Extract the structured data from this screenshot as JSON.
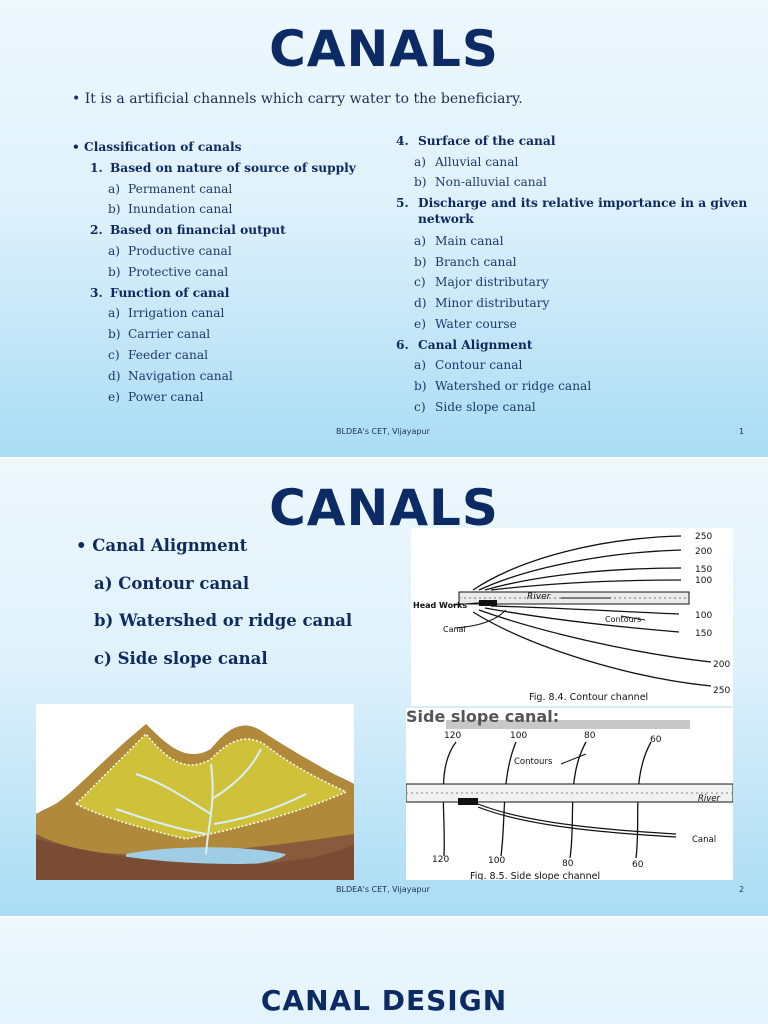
{
  "slide1": {
    "title": "CANALS",
    "intro": "• It is a artificial channels which carry water to the beneficiary.",
    "left_col": [
      {
        "marker": "•",
        "text": "Classification of canals",
        "heading": true,
        "indent": 0
      },
      {
        "marker": "1.",
        "text": "Based on nature of source of supply",
        "heading": true,
        "indent": 1
      },
      {
        "marker": "a)",
        "text": "Permanent canal",
        "heading": false,
        "indent": 2
      },
      {
        "marker": "b)",
        "text": "Inundation canal",
        "heading": false,
        "indent": 2
      },
      {
        "marker": "2.",
        "text": "Based on financial output",
        "heading": true,
        "indent": 1
      },
      {
        "marker": "a)",
        "text": "Productive canal",
        "heading": false,
        "indent": 2
      },
      {
        "marker": "b)",
        "text": "Protective canal",
        "heading": false,
        "indent": 2
      },
      {
        "marker": "3.",
        "text": "Function of canal",
        "heading": true,
        "indent": 1
      },
      {
        "marker": "a)",
        "text": "Irrigation canal",
        "heading": false,
        "indent": 2
      },
      {
        "marker": "b)",
        "text": "Carrier canal",
        "heading": false,
        "indent": 2
      },
      {
        "marker": "c)",
        "text": "Feeder canal",
        "heading": false,
        "indent": 2
      },
      {
        "marker": "d)",
        "text": "Navigation canal",
        "heading": false,
        "indent": 2
      },
      {
        "marker": "e)",
        "text": "Power canal",
        "heading": false,
        "indent": 2
      }
    ],
    "right_col": [
      {
        "marker": "4.",
        "text": "Surface of the canal",
        "heading": true
      },
      {
        "marker": "a)",
        "text": "Alluvial canal",
        "heading": false
      },
      {
        "marker": "b)",
        "text": "Non-alluvial canal",
        "heading": false
      },
      {
        "marker": "5.",
        "text": "Discharge and its relative importance in a given",
        "heading": true
      },
      {
        "marker": "",
        "text": "network",
        "heading": true
      },
      {
        "marker": "a)",
        "text": "Main canal",
        "heading": false
      },
      {
        "marker": "b)",
        "text": "Branch canal",
        "heading": false
      },
      {
        "marker": "c)",
        "text": "Major distributary",
        "heading": false
      },
      {
        "marker": "d)",
        "text": "Minor distributary",
        "heading": false
      },
      {
        "marker": "e)",
        "text": "Water course",
        "heading": false
      },
      {
        "marker": "6.",
        "text": "Canal Alignment",
        "heading": true
      },
      {
        "marker": "a)",
        "text": "Contour canal",
        "heading": false
      },
      {
        "marker": "b)",
        "text": "Watershed or ridge canal",
        "heading": false
      },
      {
        "marker": "c)",
        "text": "Side slope canal",
        "heading": false
      }
    ],
    "footer": "BLDEA's CET, Vijayapur",
    "page": "1"
  },
  "slide2": {
    "title": "CANALS",
    "heading": "• Canal Alignment",
    "items": [
      "a) Contour canal",
      "b) Watershed or ridge canal",
      "c) Side slope canal"
    ],
    "fig1": {
      "contours_top": [
        "250",
        "200",
        "150",
        "100"
      ],
      "contours_bottom": [
        "100",
        "150",
        "200",
        "250"
      ],
      "river": "River",
      "head_works": "Head Works",
      "canal": "Canal",
      "contours": "Contours",
      "caption": "Fig. 8.4. Contour channel"
    },
    "fig2": {
      "heading": "Side slope canal:",
      "top_values": [
        "120",
        "100",
        "80",
        "60"
      ],
      "bottom_values": [
        "120",
        "100",
        "80",
        "60"
      ],
      "contours": "Contours",
      "river": "River",
      "canal": "Canal",
      "caption": "Fig. 8.5. Side slope channel"
    },
    "footer": "BLDEA's CET, Vijayapur",
    "page": "2"
  },
  "slide3": {
    "title": "CANAL DESIGN"
  }
}
